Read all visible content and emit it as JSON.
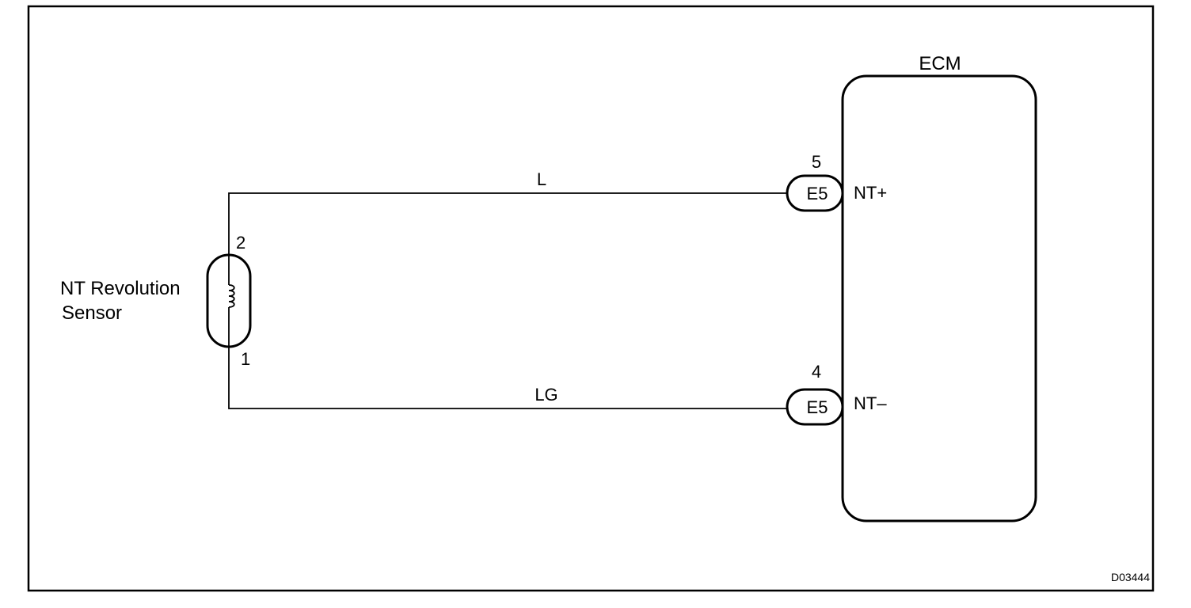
{
  "diagram": {
    "figure_id": "D03444",
    "colors": {
      "line": "#000000",
      "background": "#ffffff"
    },
    "sensor": {
      "label_line1": "NT Revolution",
      "label_line2": "Sensor",
      "pin_top": "2",
      "pin_bottom": "1",
      "icon": "coil-icon"
    },
    "ecm": {
      "label": "ECM"
    },
    "wires": [
      {
        "color_code": "L",
        "connector": "E5",
        "pin": "5",
        "terminal": "NT+"
      },
      {
        "color_code": "LG",
        "connector": "E5",
        "pin": "4",
        "terminal": "NT–"
      }
    ]
  }
}
